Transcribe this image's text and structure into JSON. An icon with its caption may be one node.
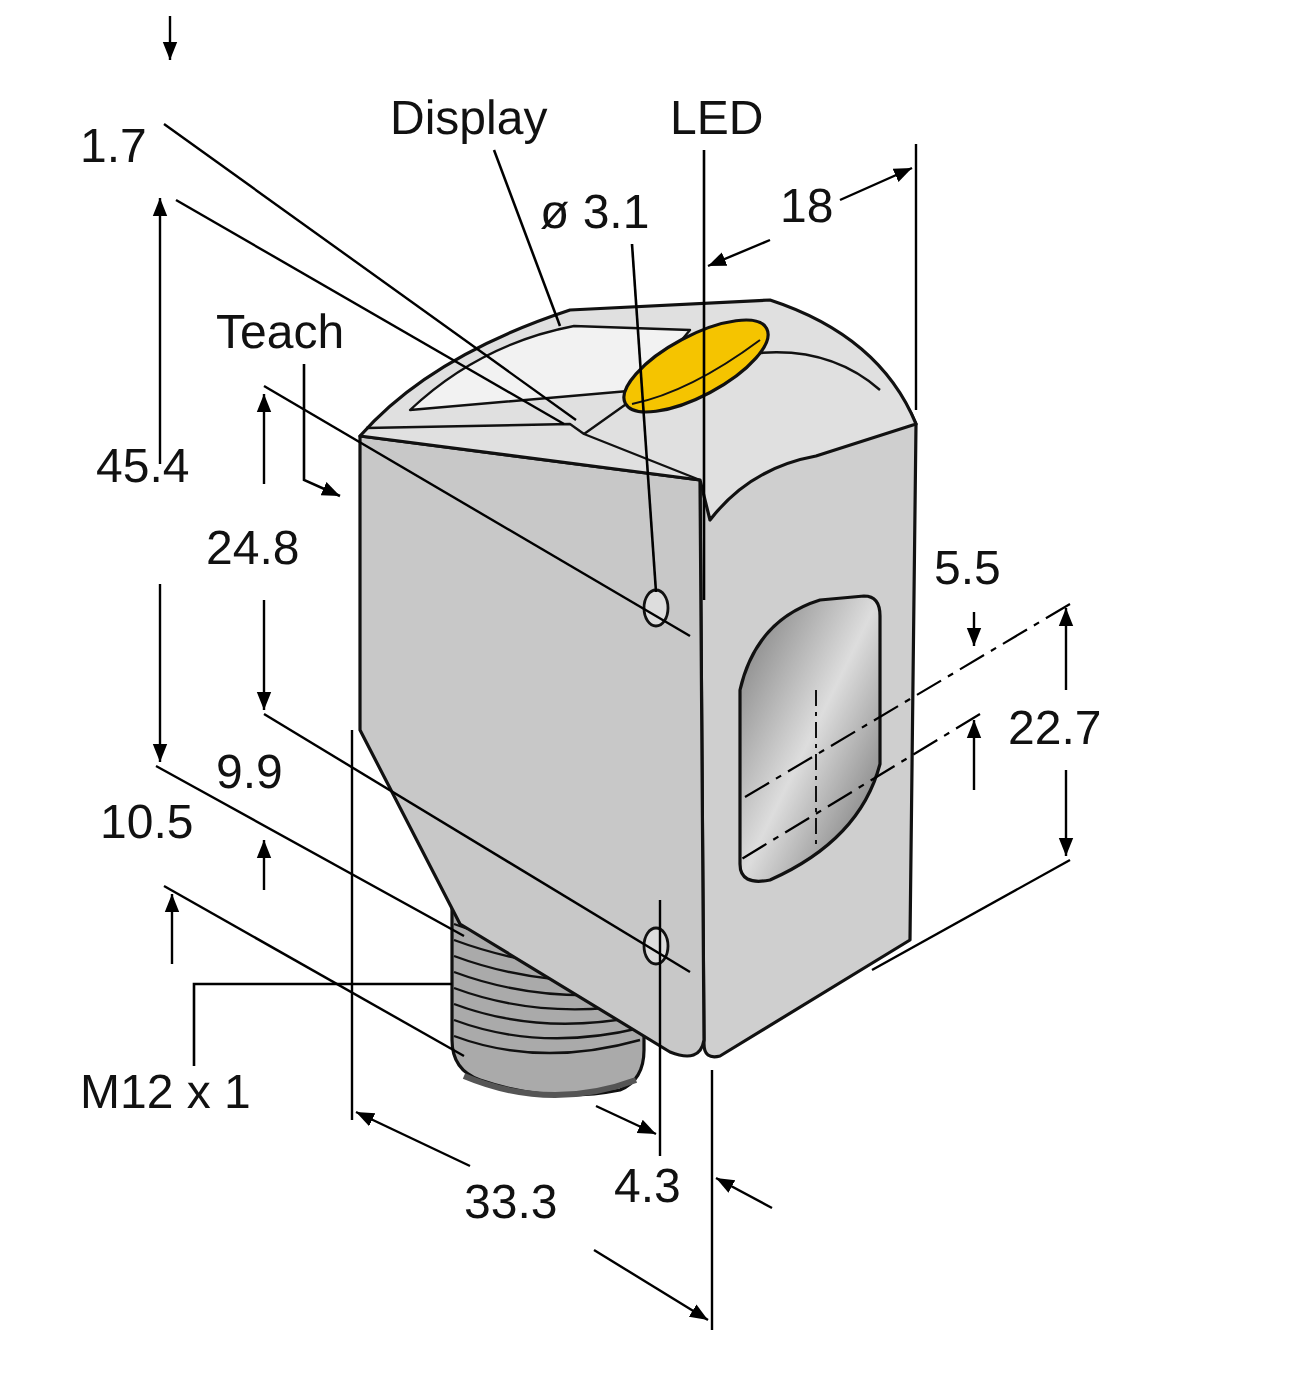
{
  "diagram": {
    "nodes": [
      {
        "text": [
          "Display"
        ]
      },
      {
        "text": [
          "LED"
        ]
      },
      {
        "text": [
          "ø 3.1"
        ]
      },
      {
        "text": [
          "Teach"
        ]
      },
      {
        "text": [
          "M12 x 1"
        ]
      }
    ],
    "edges": [
      {
        "from": 0,
        "to": null,
        "arrow": "none"
      },
      {
        "from": 1,
        "to": null,
        "arrow": "none"
      },
      {
        "from": 2,
        "to": null,
        "arrow": "none"
      },
      {
        "from": 3,
        "to": null,
        "arrow": "to"
      },
      {
        "from": 4,
        "to": null,
        "arrow": "none"
      }
    ],
    "labels": [
      "1.7",
      "18",
      "45.4",
      "24.8",
      "5.5",
      "22.7",
      "9.9",
      "10.5",
      "33.3",
      "4.3"
    ]
  }
}
